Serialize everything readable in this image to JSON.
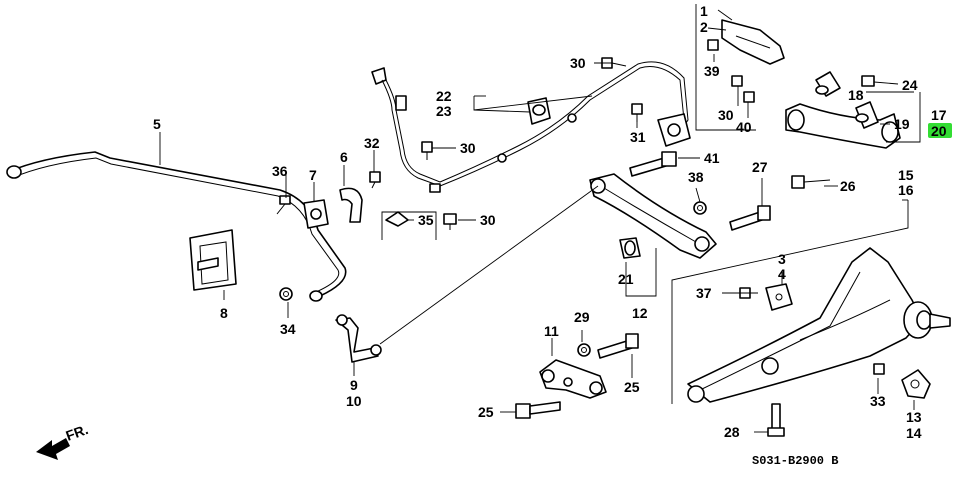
{
  "diagram": {
    "code": "S031-B2900 B",
    "fr_label": "FR.",
    "highlight_color": "#33dd33",
    "callouts": {
      "c1": "1",
      "c2": "2",
      "c3": "3",
      "c4": "4",
      "c5": "5",
      "c6": "6",
      "c7": "7",
      "c8": "8",
      "c9": "9",
      "c10": "10",
      "c11": "11",
      "c12": "12",
      "c13": "13",
      "c14": "14",
      "c15": "15",
      "c16": "16",
      "c17": "17",
      "c18": "18",
      "c19": "19",
      "c20": "20",
      "c21": "21",
      "c22": "22",
      "c23": "23",
      "c24": "24",
      "c25a": "25",
      "c25b": "25",
      "c26": "26",
      "c27": "27",
      "c28": "28",
      "c29": "29",
      "c30a": "30",
      "c30b": "30",
      "c30c": "30",
      "c30d": "30",
      "c31": "31",
      "c32": "32",
      "c33": "33",
      "c34": "34",
      "c35": "35",
      "c36": "36",
      "c37": "37",
      "c38": "38",
      "c39": "39",
      "c40": "40",
      "c41": "41"
    }
  }
}
